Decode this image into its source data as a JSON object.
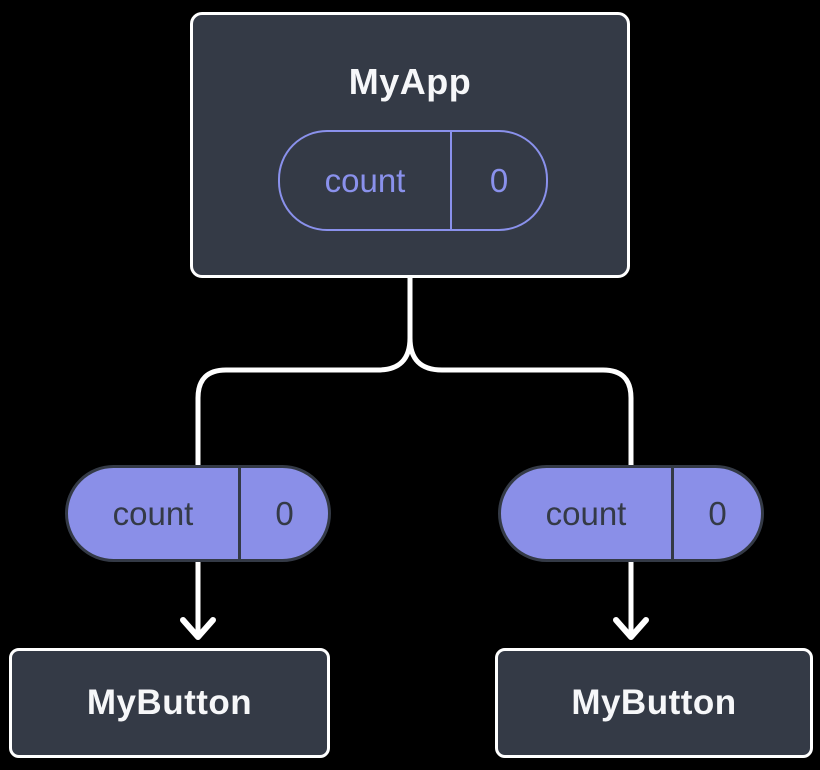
{
  "diagram": {
    "description": "React component tree: parent state shared down to two child buttons",
    "root": {
      "name": "MyApp",
      "state": {
        "label": "count",
        "value": "0"
      }
    },
    "children": [
      {
        "name": "MyButton",
        "state": {
          "label": "count",
          "value": "0"
        }
      },
      {
        "name": "MyButton",
        "state": {
          "label": "count",
          "value": "0"
        }
      }
    ],
    "colors": {
      "background": "#000000",
      "box_fill": "#343a46",
      "box_border": "#ffffff",
      "pill_fill": "#8a8fe8",
      "pill_outline": "#8a91ec",
      "dark_text": "#343a46",
      "light_text": "#f6f7f9",
      "connector": "#ffffff"
    }
  }
}
